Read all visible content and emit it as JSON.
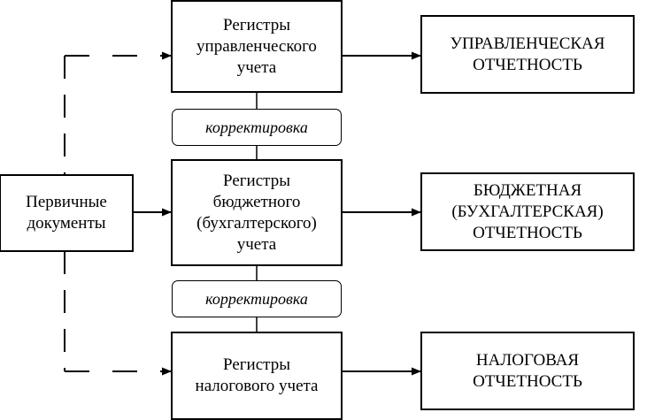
{
  "diagram": {
    "source": {
      "label": "Первичные\nдокументы"
    },
    "registers": [
      {
        "label": "Регистры\nуправленческого\nучета"
      },
      {
        "label": "Регистры\nбюджетного\n(бухгалтерского)\nучета"
      },
      {
        "label": "Регистры\nналогового учета"
      }
    ],
    "reports": [
      {
        "label": "УПРАВЛЕНЧЕСКАЯ\nОТЧЕТНОСТЬ"
      },
      {
        "label": "БЮДЖЕТНАЯ\n(БУХГАЛТЕРСКАЯ)\nОТЧЕТНОСТЬ"
      },
      {
        "label": "НАЛОГОВАЯ\nОТЧЕТНОСТЬ"
      }
    ],
    "corrections": [
      {
        "label": "корректировка"
      },
      {
        "label": "корректировка"
      }
    ],
    "colors": {
      "stroke": "#000000",
      "fill": "#ffffff"
    }
  }
}
